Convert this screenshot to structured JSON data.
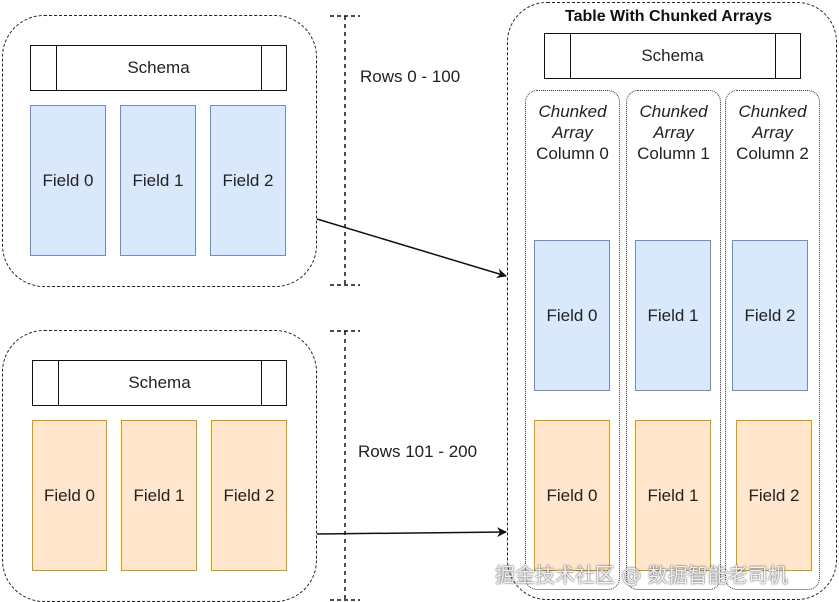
{
  "batch_top": {
    "schema_label": "Schema",
    "fields": [
      "Field 0",
      "Field 1",
      "Field 2"
    ],
    "rows_label": "Rows 0 - 100"
  },
  "batch_bottom": {
    "schema_label": "Schema",
    "fields": [
      "Field 0",
      "Field 1",
      "Field 2"
    ],
    "rows_label": "Rows 101 - 200"
  },
  "table": {
    "title": "Table With Chunked Arrays",
    "schema_label": "Schema",
    "columns": [
      {
        "title_line1": "Chunked",
        "title_line2": "Array",
        "title_line3": "Column 0",
        "chunk_top": "Field 0",
        "chunk_bottom": "Field 0"
      },
      {
        "title_line1": "Chunked",
        "title_line2": "Array",
        "title_line3": "Column 1",
        "chunk_top": "Field 1",
        "chunk_bottom": "Field 1"
      },
      {
        "title_line1": "Chunked",
        "title_line2": "Array",
        "title_line3": "Column 2",
        "chunk_top": "Field 2",
        "chunk_bottom": "Field 2"
      }
    ]
  },
  "colors": {
    "blue_fill": "#dae8fc",
    "blue_stroke": "#6c8ebf",
    "orange_fill": "#ffe6cc",
    "orange_stroke": "#d79b00"
  },
  "watermark": "掘金技术社区 @ 数据智能老司机"
}
